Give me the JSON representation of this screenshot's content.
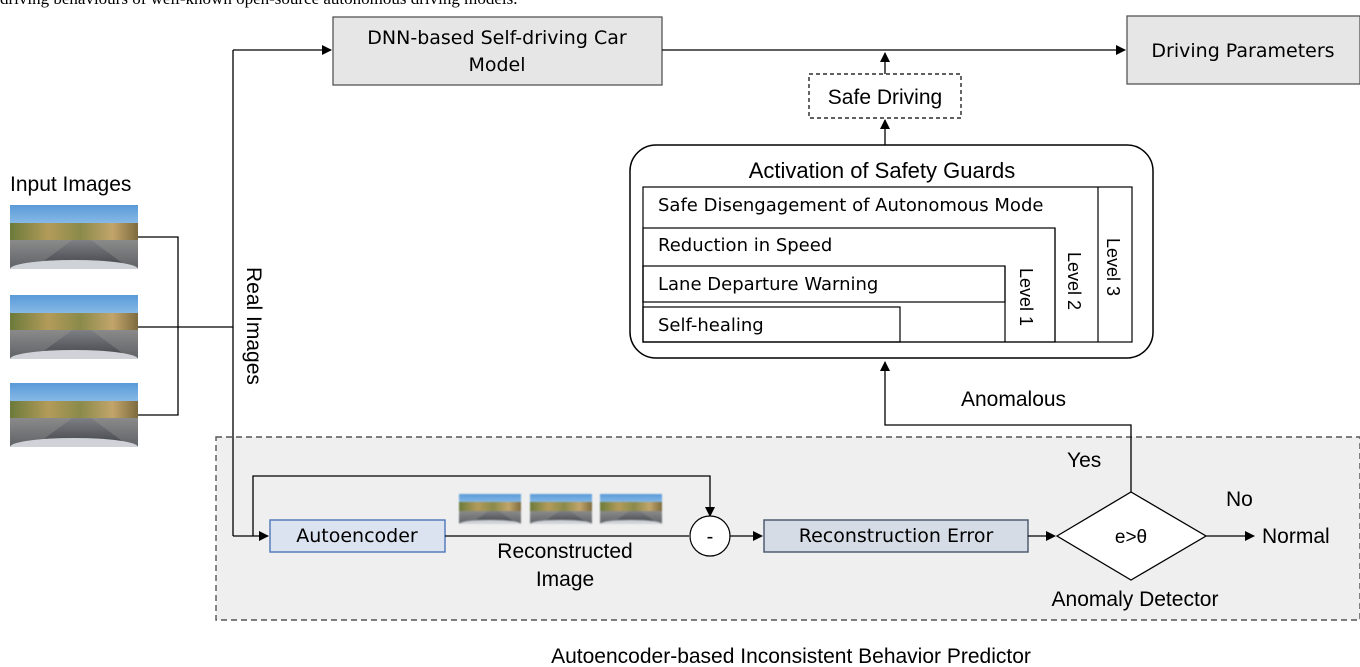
{
  "top_text": "driving behaviours of well-known open-source autonomous driving models.",
  "input_images_label": "Input Images",
  "real_images_label": "Real Images",
  "dnn_model": {
    "line1": "DNN-based Self-driving Car",
    "line2": "Model"
  },
  "driving_parameters": "Driving Parameters",
  "safe_driving": "Safe Driving",
  "safety_guards": {
    "title": "Activation of Safety Guards",
    "items": [
      "Safe Disengagement of Autonomous Mode",
      "Reduction in Speed",
      "Lane Departure Warning",
      "Self-healing"
    ],
    "levels": [
      "Level 1",
      "Level 2",
      "Level 3"
    ]
  },
  "anomalous_label": "Anomalous",
  "yes_label": "Yes",
  "no_label": "No",
  "normal_label": "Normal",
  "autoencoder_label": "Autoencoder",
  "reconstructed_image": {
    "line1": "Reconstructed",
    "line2": "Image"
  },
  "minus_symbol": "-",
  "reconstruction_error_label": "Reconstruction Error",
  "condition_label": "e>θ",
  "anomaly_detector_label": "Anomaly Detector",
  "predictor_caption": "Autoencoder-based Inconsistent Behavior Predictor",
  "colors": {
    "gray_box": "#e6e6e6",
    "blue_box_fill": "#dbe3f0",
    "blue_box_stroke": "#4f77b8",
    "recon_box_fill": "#d6dce5",
    "recon_box_stroke": "#44546a",
    "dashed_region_fill": "#efefef"
  }
}
